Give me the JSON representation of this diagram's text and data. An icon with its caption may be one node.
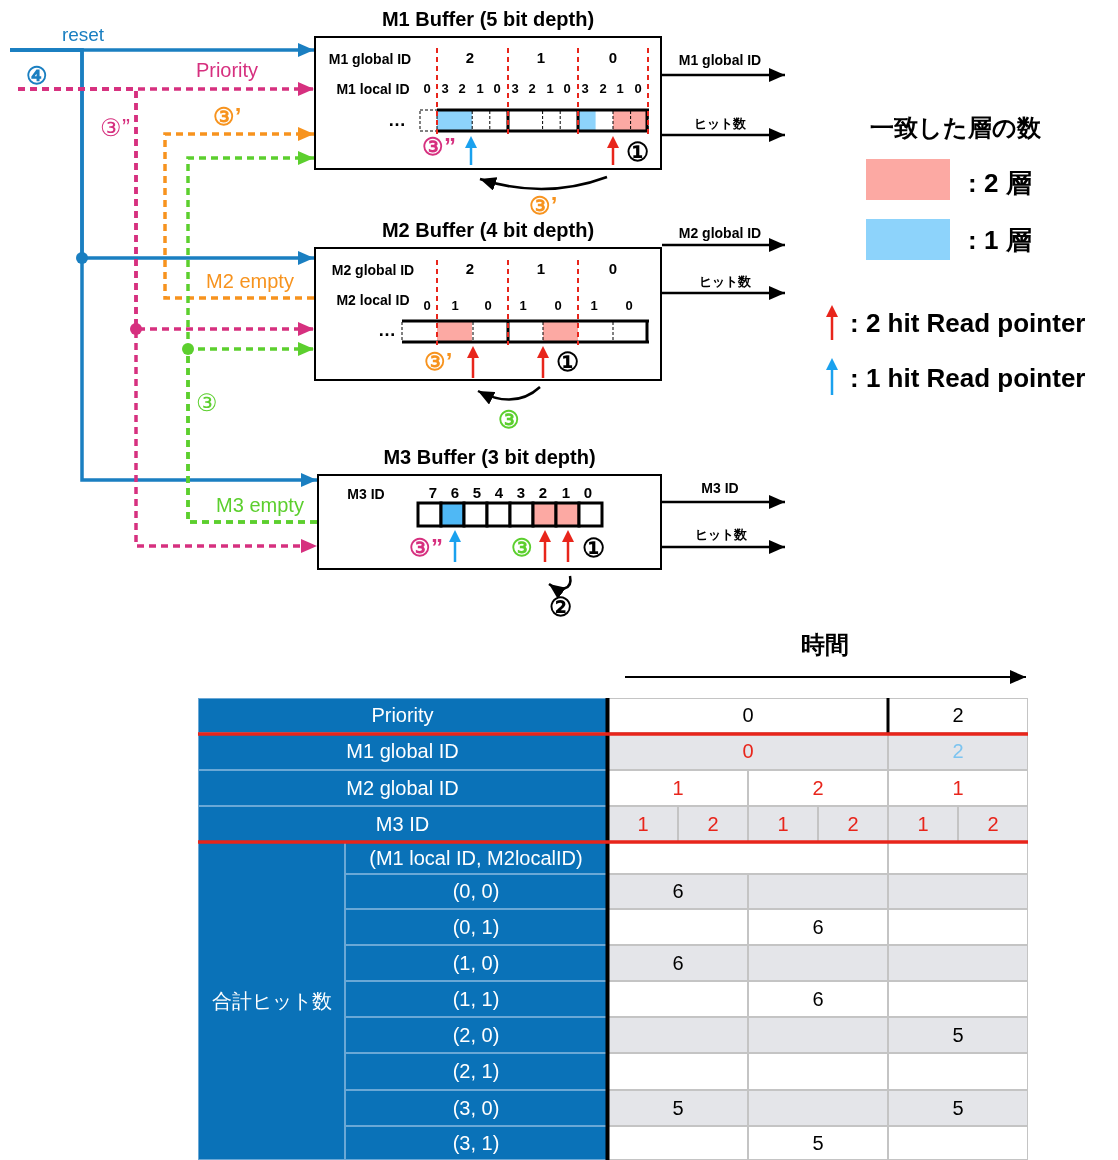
{
  "diagram": {
    "nodes": [
      {
        "text": [
          "M1 Buffer (5 bit depth)",
          "M1 global ID",
          "M1 local ID"
        ]
      },
      {
        "text": [
          "M2 Buffer (4 bit depth)",
          "M2 global ID",
          "M2 local ID"
        ]
      },
      {
        "text": [
          "M3 Buffer (3 bit depth)",
          "M3 ID"
        ]
      }
    ],
    "edges": [
      {
        "from": null,
        "to": 0,
        "arrow": "to",
        "label": "reset",
        "color": "#1a7fc1"
      },
      {
        "from": null,
        "to": 1,
        "arrow": "to",
        "color": "#1a7fc1"
      },
      {
        "from": null,
        "to": 2,
        "arrow": "to",
        "color": "#1a7fc1"
      },
      {
        "from": null,
        "to": 0,
        "arrow": "to",
        "label": "Priority",
        "style": "dashed",
        "color": "#d6307f"
      },
      {
        "from": null,
        "to": 1,
        "arrow": "to",
        "label": "③”",
        "style": "dashed",
        "color": "#d6307f"
      },
      {
        "from": null,
        "to": 2,
        "arrow": "to",
        "style": "dashed",
        "color": "#d6307f"
      },
      {
        "from": 1,
        "to": 0,
        "arrow": "to",
        "label": "M2 empty",
        "style": "dashed",
        "color": "#f7931e"
      },
      {
        "from": 2,
        "to": 1,
        "arrow": "to",
        "label": "M3 empty",
        "style": "dashed",
        "color": "#5ccf2e"
      },
      {
        "from": 2,
        "to": 0,
        "arrow": "to",
        "label": "③",
        "style": "dashed",
        "color": "#5ccf2e"
      },
      {
        "from": 0,
        "to": null,
        "arrow": "to",
        "label": "M1 global ID"
      },
      {
        "from": 0,
        "to": null,
        "arrow": "to",
        "label": "ヒット数"
      },
      {
        "from": 1,
        "to": null,
        "arrow": "to",
        "label": "M2 global ID"
      },
      {
        "from": 1,
        "to": null,
        "arrow": "to",
        "label": "ヒット数"
      },
      {
        "from": 2,
        "to": null,
        "arrow": "to",
        "label": "M3 ID"
      },
      {
        "from": 2,
        "to": null,
        "arrow": "to",
        "label": "ヒット数"
      }
    ],
    "labels": [
      "④",
      "③’",
      "2",
      "1",
      "0",
      "0",
      "3",
      "2",
      "1",
      "0",
      "3",
      "2",
      "1",
      "0",
      "3",
      "2",
      "1",
      "0",
      "…",
      "③”",
      "①",
      "③’",
      "2",
      "1",
      "0",
      "0",
      "1",
      "0",
      "1",
      "0",
      "1",
      "0",
      "…",
      "③’",
      "①",
      "③",
      "7",
      "6",
      "5",
      "4",
      "3",
      "2",
      "1",
      "0",
      "③”",
      "③",
      "①",
      "②",
      "一致した層の数",
      "時間",
      "Priority",
      "0",
      "2",
      "M1 global ID",
      "0",
      "2",
      "M2 global ID",
      "1",
      "2",
      "1",
      "M3 ID",
      "1",
      "2",
      "1",
      "2",
      "1",
      "2",
      "合計ヒット数",
      "(M1 local ID, M2localID)",
      "(0, 0)",
      "6",
      "(0, 1)",
      "6",
      "(1, 0)",
      "6",
      "(1, 1)",
      "6",
      "(2, 0)",
      "5",
      "(2, 1)",
      "(3, 0)",
      "5",
      "5",
      "(3, 1)",
      "5"
    ],
    "legend": [
      {
        "text": ": 2 層",
        "color": "#fca9a3"
      },
      {
        "text": ": 1 層",
        "color": "#8dd3fb"
      },
      {
        "text": ": 2 hit Read pointer"
      },
      {
        "text": ": 1 hit Read pointer"
      }
    ]
  }
}
